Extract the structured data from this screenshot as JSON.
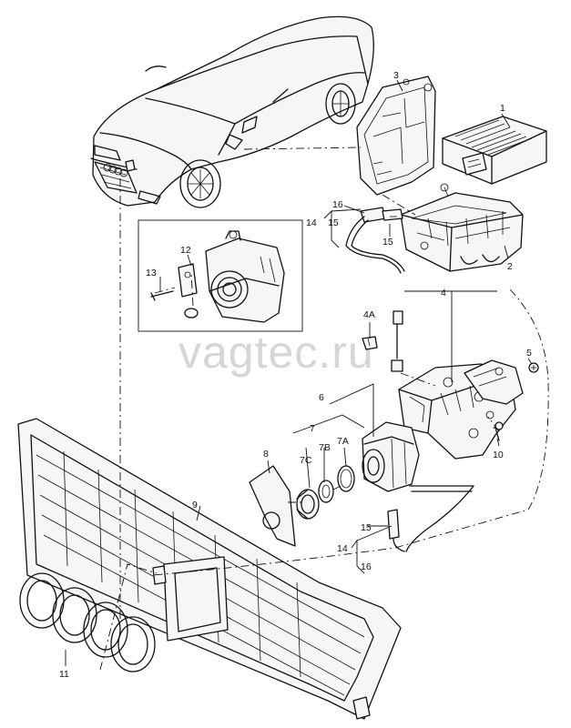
{
  "watermark": "vagtec.ru",
  "callouts": {
    "c1": "1",
    "c2": "2",
    "c3": "3",
    "c4": "4",
    "c4a": "4A",
    "c5": "5",
    "c6": "6",
    "c7": "7",
    "c7a": "7A",
    "c7b": "7B",
    "c7c": "7C",
    "c8": "8",
    "c9": "9",
    "c10": "10",
    "c11": "11",
    "c12": "12",
    "c13": "13",
    "c14_top": "14",
    "c15_top_a": "15",
    "c15_top_b": "15",
    "c16_top": "16",
    "c14_bottom": "14",
    "c15_bottom": "15",
    "c16_bottom": "16"
  }
}
